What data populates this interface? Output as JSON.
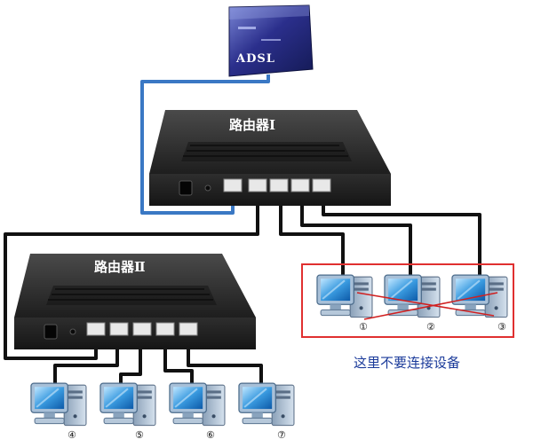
{
  "modem": {
    "label": "ADSL"
  },
  "router1": {
    "label": "路由器Ⅰ"
  },
  "router2": {
    "label": "路由器Ⅱ"
  },
  "pcs_group_top": [
    {
      "num": "①"
    },
    {
      "num": "②"
    },
    {
      "num": "③"
    }
  ],
  "pcs_group_bottom": [
    {
      "num": "④"
    },
    {
      "num": "⑤"
    },
    {
      "num": "⑥"
    },
    {
      "num": "⑦"
    }
  ],
  "note": {
    "text": "这里不要连接设备"
  },
  "colors": {
    "cable": "#111111",
    "uplink": "#3a78c4",
    "highlight_box": "#e03030",
    "cross_line": "#d02020",
    "note_text": "#1a3a9a",
    "router_body": "#2a2a2a"
  }
}
